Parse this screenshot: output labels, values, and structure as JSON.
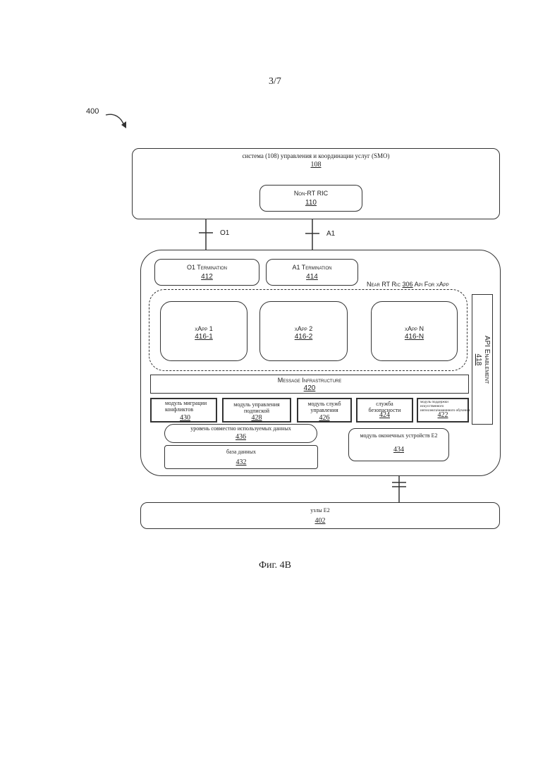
{
  "page_number": "3/7",
  "figure_ref": "400",
  "caption": "Фиг. 4B",
  "smo": {
    "label": "система (108) управления и координации услуг (SMO)",
    "number": "108"
  },
  "non_rt_ric": {
    "label": "Non-RT RIC",
    "number": "110"
  },
  "interfaces": {
    "o1": "O1",
    "a1": "A1"
  },
  "o1_termination": {
    "label": "O1 Termination",
    "number": "412"
  },
  "a1_termination": {
    "label": "A1 Termination",
    "number": "414"
  },
  "near_rt_ric": {
    "prefix": "Near RT Ric",
    "number": "306",
    "suffix": "Api For xApp"
  },
  "xapps": [
    {
      "label": "xApp 1",
      "number": "416-1"
    },
    {
      "label": "xApp 2",
      "number": "416-2"
    },
    {
      "label": "xApp N",
      "number": "416-N"
    }
  ],
  "api_enablement": {
    "label": "API Enablement",
    "number": "418"
  },
  "message_infrastructure": {
    "label": "Message Infrastructure",
    "number": "420"
  },
  "modules": {
    "conflict_migration": {
      "line1": "модуль миграции",
      "line2": "конфликтов",
      "number": "430"
    },
    "subscription": {
      "line1": "модуль управления",
      "line2": "подпиской",
      "number": "428"
    },
    "management_services": {
      "line1": "модуль служб",
      "line2": "управления",
      "number": "426"
    },
    "security": {
      "line1": "служба",
      "line2": "безопасности",
      "number": "424"
    },
    "ai_ml": {
      "line1": "модуль поддержки",
      "line2": "искусственного",
      "line3": "интеллекта/машинного обучения",
      "number": "422"
    }
  },
  "shared_data": {
    "label": "уровень совместно используемых данных",
    "number": "436"
  },
  "database": {
    "label": "база данных",
    "number": "432"
  },
  "e2_termination": {
    "label": "модуль оконечных устройств E2",
    "number": "434"
  },
  "e2_nodes": {
    "label": "узлы E2",
    "number": "402"
  }
}
